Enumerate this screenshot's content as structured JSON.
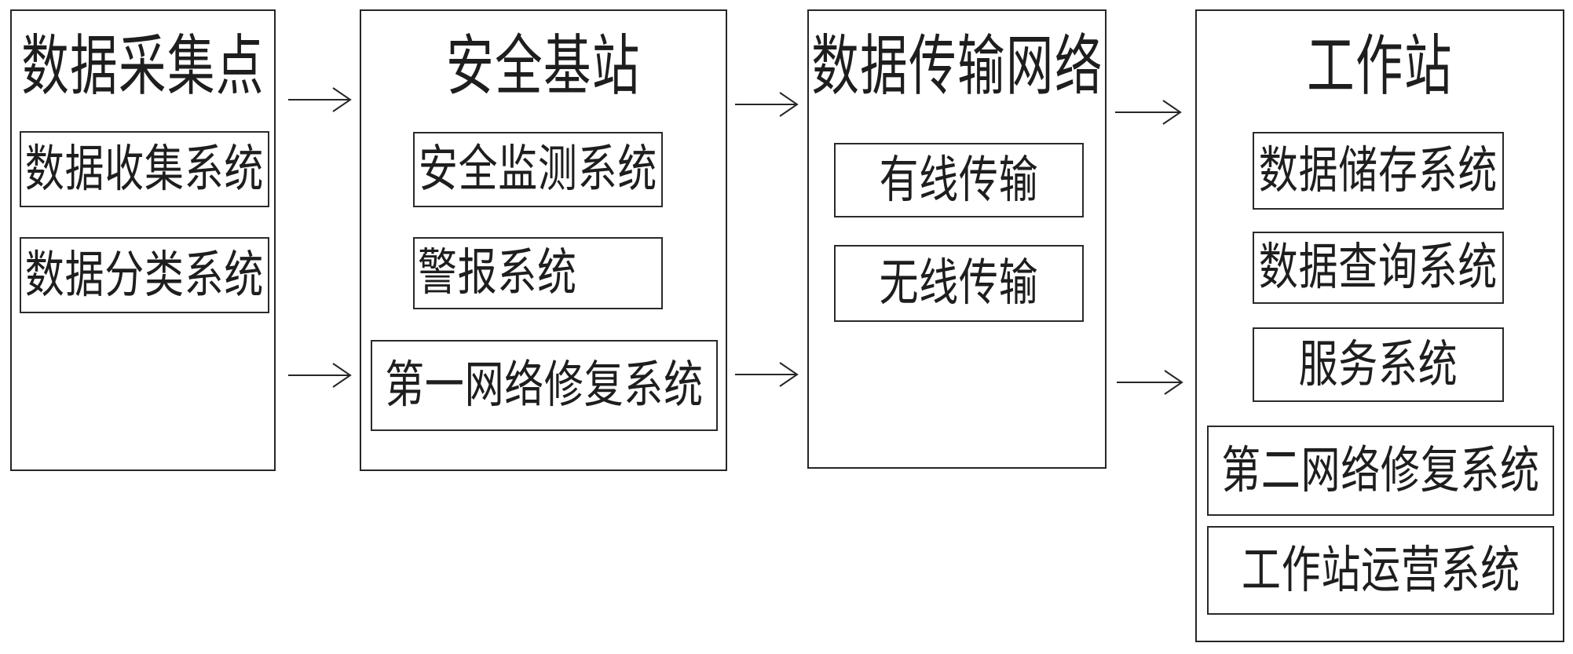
{
  "diagram": {
    "background_color": "#ffffff",
    "line_color": "#262626",
    "columns": [
      {
        "title": "数据采集点",
        "subsystems": [
          "数据收集系统",
          "数据分类系统"
        ]
      },
      {
        "title": "安全基站",
        "subsystems": [
          "安全监测系统",
          "警报系统",
          "第一网络修复系统"
        ]
      },
      {
        "title": "数据传输网络",
        "subsystems": [
          "有线传输",
          "无线传输"
        ]
      },
      {
        "title": "工作站",
        "subsystems": [
          "数据储存系统",
          "数据查询系统",
          "服务系统",
          "第二网络修复系统",
          "工作站运营系统"
        ]
      }
    ],
    "flow": [
      "数据采集点 → 安全基站",
      "安全基站 → 数据传输网络",
      "数据传输网络 → 工作站"
    ]
  }
}
